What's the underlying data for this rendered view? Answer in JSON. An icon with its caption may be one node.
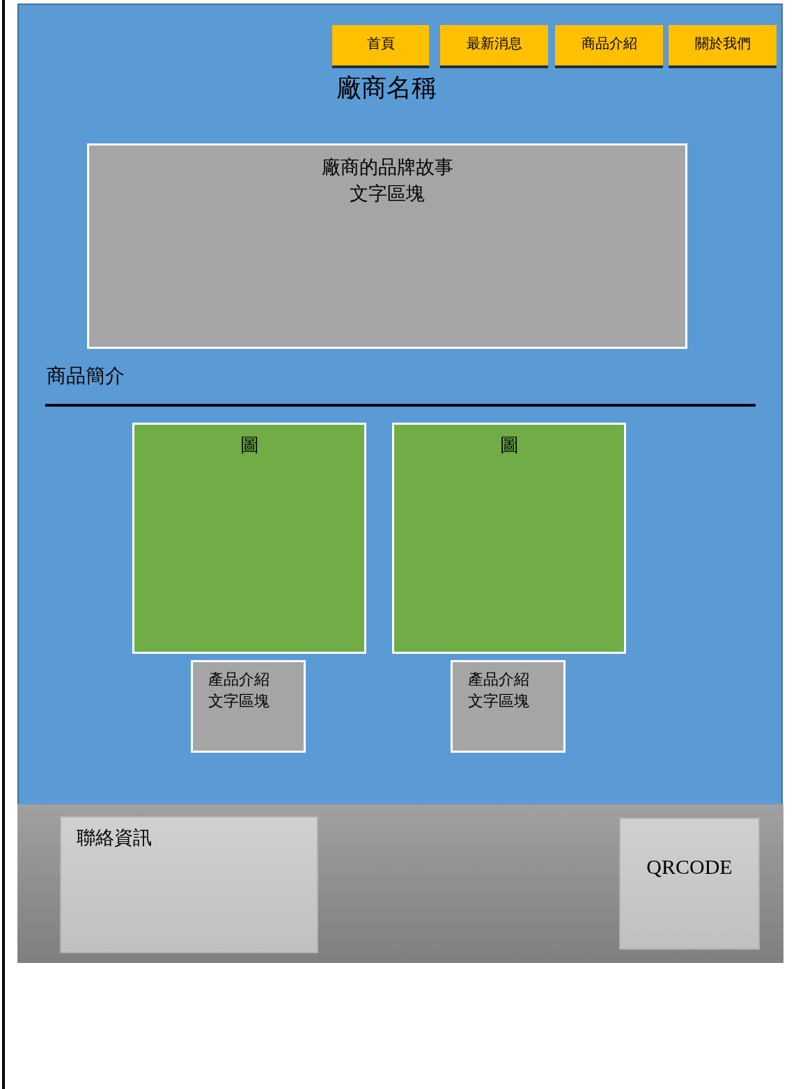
{
  "diagram": {
    "title": "廠商名稱",
    "nodes": [
      {
        "text": [
          "首頁"
        ]
      },
      {
        "text": [
          "最新消息"
        ]
      },
      {
        "text": [
          "商品介紹"
        ]
      },
      {
        "text": [
          "關於我們"
        ]
      },
      {
        "text": [
          "廠商的品牌故事",
          "文字區塊"
        ]
      },
      {
        "text": [
          "圖"
        ]
      },
      {
        "text": [
          "圖"
        ]
      },
      {
        "text": [
          "產品介紹",
          "文字區塊"
        ]
      },
      {
        "text": [
          "產品介紹",
          "文字區塊"
        ]
      },
      {
        "text": [
          "聯絡資訊"
        ]
      },
      {
        "text": [
          "QRCODE"
        ]
      }
    ],
    "edges": [],
    "labels": [
      "商品簡介"
    ]
  }
}
